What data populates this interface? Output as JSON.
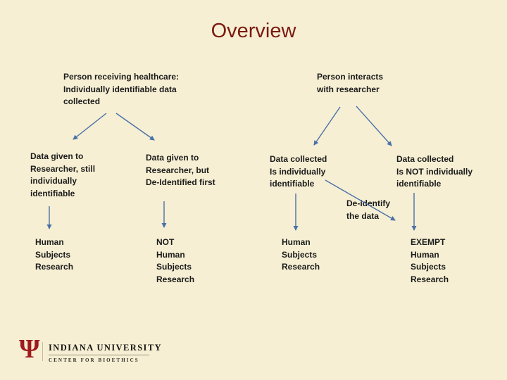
{
  "slide": {
    "title": "Overview"
  },
  "colors": {
    "background": "#F6EFD3",
    "title_text": "#7C1A12",
    "body_text": "#1B1B1B",
    "arrow": "#4A70A8",
    "iu_crimson": "#9E1B1E"
  },
  "diagram": {
    "healthcare": {
      "text": "Person receiving healthcare:\nIndividually identifiable data\ncollected"
    },
    "interacts": {
      "text": "Person interacts\nwith researcher"
    },
    "given_still": {
      "text": "Data given to\nResearcher, still\nindividually\nidentifiable"
    },
    "given_deidentified": {
      "text": "Data given to\nResearcher, but\nDe-Identified first"
    },
    "collected_identifiable": {
      "text": "Data collected\nIs individually\nidentifiable"
    },
    "collected_not_identifiable": {
      "text": "Data collected\nIs NOT individually\nidentifiable"
    },
    "deidentify": {
      "text": "De-identify\nthe data"
    },
    "outcome_hsr_left": {
      "text": "Human\nSubjects\nResearch"
    },
    "outcome_not_hsr": {
      "emphasis": "NOT",
      "text": "Human\nSubjects\nResearch"
    },
    "outcome_hsr_right": {
      "text": "Human\nSubjects\nResearch"
    },
    "outcome_exempt": {
      "text": "EXEMPT\nHuman\nSubjects\nResearch"
    }
  },
  "footer": {
    "logo_glyph": "Ψ",
    "university": "INDIANA UNIVERSITY",
    "center": "CENTER FOR BIOETHICS"
  }
}
